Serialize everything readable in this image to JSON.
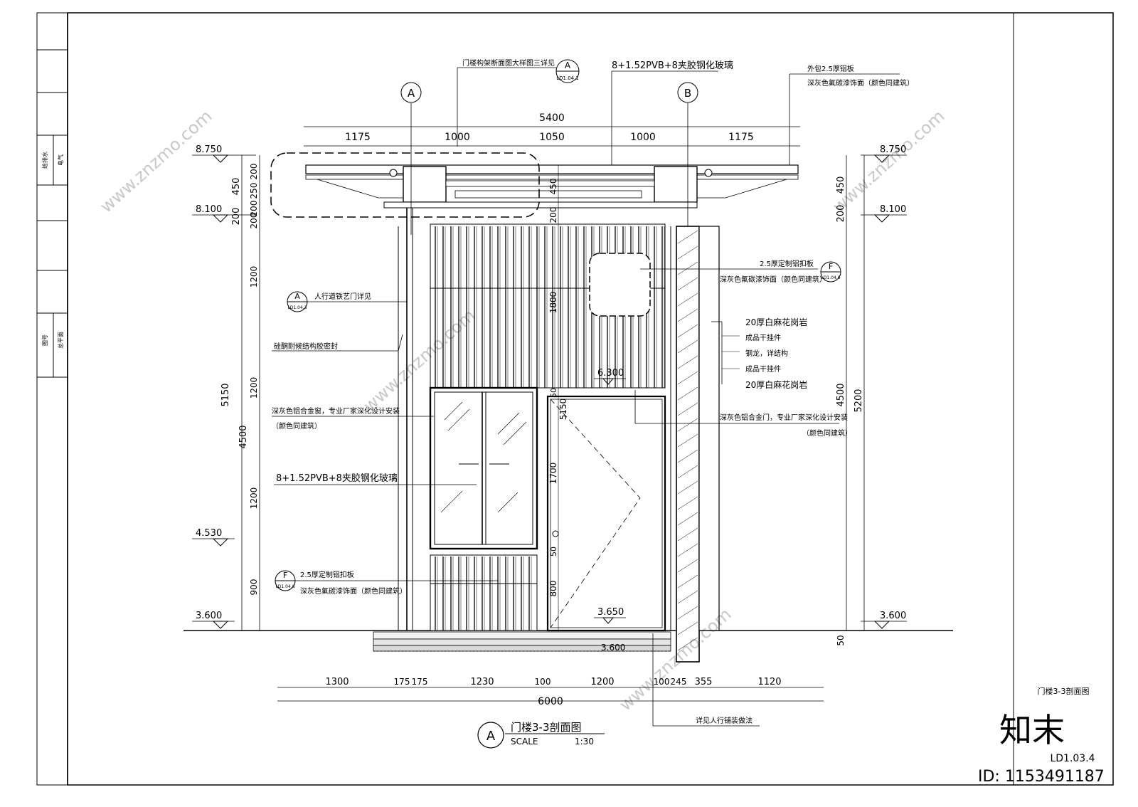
{
  "title": {
    "label": "A",
    "text": "门楼3-3剖面图",
    "scale_label": "SCALE",
    "scale": "1:30"
  },
  "title_block": {
    "drawing_name": "门楼3-3剖面图",
    "drawing_number": "LD1.03.4",
    "left_strip": [
      "给排水",
      "电气",
      "图号",
      "总平面"
    ]
  },
  "grid_axes": [
    "A",
    "B"
  ],
  "callouts": {
    "top_detail": {
      "text": "门楼构架断面图大样图三详见",
      "sym_top": "A",
      "sym_bottom": "LD1.04.1"
    },
    "top_glass": "8+1.52PVB+8夹胶钢化玻璃",
    "top_right": [
      "外包2.5厚铝板",
      "深灰色氟碳漆饰面（颜色同建筑）"
    ],
    "gate_ref": {
      "text": "人行道铁艺门详见",
      "sym_top": "A",
      "sym_bottom": "LD1.04.3"
    },
    "sealant": "硅酮耐候结构胶密封",
    "window": [
      "深灰色铝合金窗，专业厂家深化设计安装",
      "（颜色同建筑）"
    ],
    "mid_glass": "8+1.52PVB+8夹胶钢化玻璃",
    "panel_bottom": {
      "line1": "2.5厚定制铝扣板",
      "line2": "深灰色氟碳漆饰面（颜色同建筑）",
      "sym_top": "F",
      "sym_bottom": "LD1.04.6"
    },
    "panel_right": {
      "line1": "2.5厚定制铝扣板",
      "line2": "深灰色氟碳漆饰面（颜色同建筑）",
      "sym_top": "F",
      "sym_bottom": "LD1.04.6"
    },
    "stone": [
      "20厚白麻花岗岩",
      "成品干挂件",
      "钢龙，详结构",
      "成品干挂件",
      "20厚白麻花岗岩"
    ],
    "door": [
      "深灰色铝合金门，专业厂家深化设计安装",
      "（颜色同建筑）"
    ],
    "paving": "详见人行铺装做法"
  },
  "levels": {
    "left": [
      "8.750",
      "8.100",
      "4.530",
      "3.600"
    ],
    "right": [
      "8.750",
      "8.100",
      "3.600"
    ],
    "inner": [
      "6.300",
      "3.650",
      "3.600"
    ]
  },
  "dimensions": {
    "top_total": "5400",
    "top_segments": [
      "1175",
      "1000",
      "1050",
      "1000",
      "1175"
    ],
    "bottom_total": "6000",
    "bottom_segments": [
      "1300",
      "175",
      "175",
      "1230",
      "100",
      "1200",
      "100",
      "245",
      "355",
      "1120"
    ],
    "left_outer_total": "5150",
    "left_outer_upper": [
      "450",
      "200"
    ],
    "left_mid": [
      "200",
      "250",
      "200",
      "200",
      "1200",
      "1200",
      "1200",
      "900"
    ],
    "left_mid_total": "4500",
    "center_vertical": [
      "450",
      "200",
      "1800",
      "5150",
      "50",
      "1700",
      "50",
      "800"
    ],
    "right_inner": [
      "450",
      "200",
      "4500",
      "50"
    ],
    "right_outer_total": "5200"
  },
  "watermark": {
    "site": "www.znzmo.com",
    "logo": "知末",
    "id": "ID: 1153491187"
  }
}
